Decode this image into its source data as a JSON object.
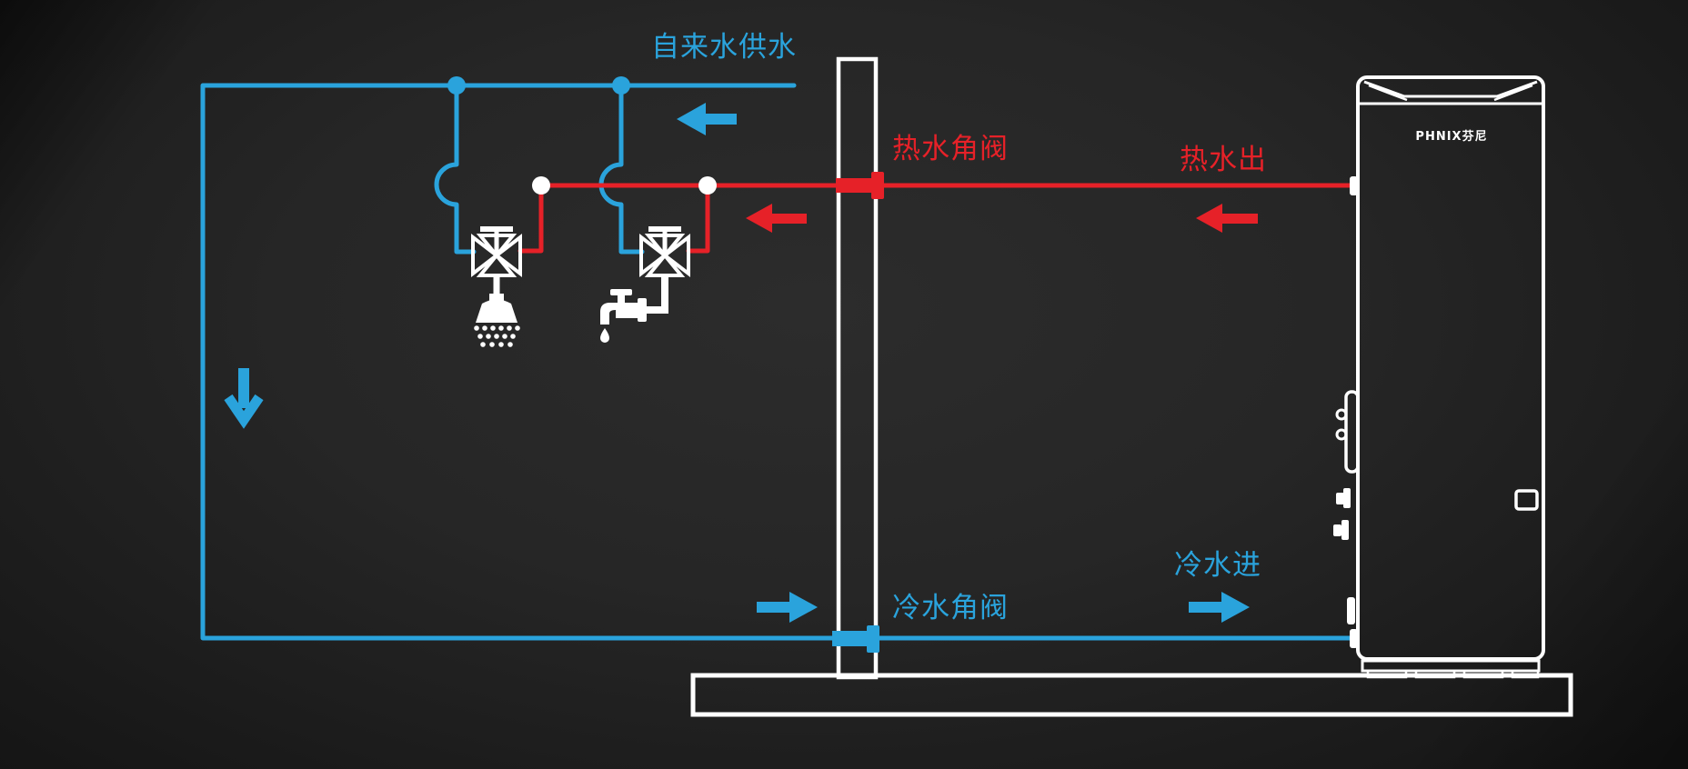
{
  "diagram_title": "water heater installation piping diagram",
  "labels": {
    "tap_water_supply": "自来水供水",
    "hot_water_angle_valve": "热水角阀",
    "hot_water_out": "热水出",
    "cold_water_in": "冷水进",
    "cold_water_angle_valve": "冷水角阀"
  },
  "unit": {
    "brand": "PHNIX芬尼"
  },
  "colors": {
    "cold_blue": "#2aa3dc",
    "hot_red": "#e62128",
    "outline_white": "#ffffff",
    "background": "#232323"
  },
  "icons": {
    "mixing_valve": "cross-bowtie-valve",
    "shower_head": "shower-bell-with-drops",
    "faucet": "tap-with-drip",
    "hot_angle_valve": "red-block-valve-on-wall",
    "cold_angle_valve": "blue-block-valve-on-wall",
    "flow_arrows": [
      "left",
      "left",
      "left",
      "right",
      "right",
      "down"
    ],
    "junction_dots": "filled-circles"
  }
}
